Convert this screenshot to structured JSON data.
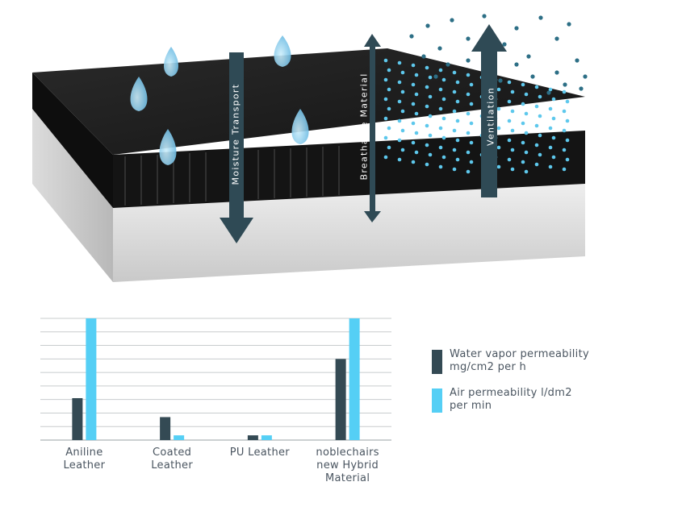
{
  "illustration": {
    "labels": {
      "moisture": "Moisture Transport",
      "breathable": "Breathable Material",
      "ventilation": "Ventilation"
    },
    "colors": {
      "arrow": "#2f4a55",
      "droplet": "#8fd3f0",
      "particle": "#5ec8ec",
      "top_layer": "#1f1f1f",
      "base_layer": "#d8d8d8"
    }
  },
  "chart_data": {
    "type": "bar",
    "categories": [
      "Aniline\nLeather",
      "Coated\nLeather",
      "PU Leather",
      "noblechairs\nnew Hybrid\nMaterial"
    ],
    "series": [
      {
        "name": "Water vapor permeability\nmg/cm2 per h",
        "color": "#344a54",
        "values": [
          3.1,
          1.7,
          0.35,
          6.0
        ]
      },
      {
        "name": "Air permeability l/dm2\nper min",
        "color": "#55cff5",
        "values": [
          9.0,
          0.35,
          0.35,
          9.0
        ]
      }
    ],
    "ylim": [
      0,
      9
    ],
    "grid": true,
    "legend": "right"
  }
}
